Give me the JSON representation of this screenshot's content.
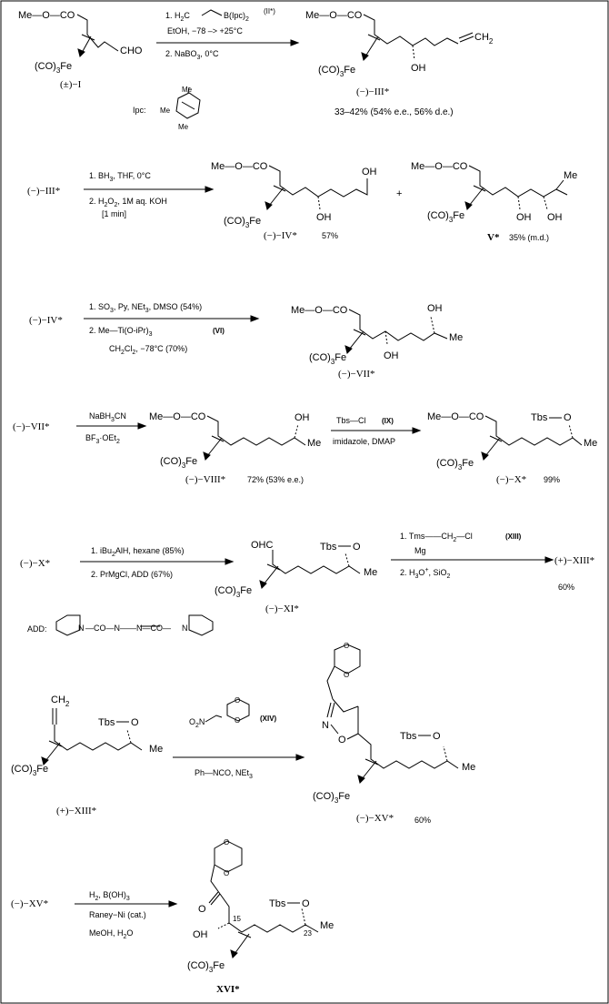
{
  "frame": "border",
  "groups": {
    "ester": "Me—O—CO",
    "fe": "(CO)",
    "fe_sub": "3",
    "fe_el": "Fe",
    "cho": "CHO",
    "oh": "OH",
    "me": "Me",
    "tbs": "Tbs",
    "o": "O",
    "ch2": "CH",
    "ch2_sub": "2",
    "ohc": "OHC",
    "plus": "+",
    "ipc_label": "Ipc:",
    "n": "N",
    "o_ring": "O",
    "o_keto": "O"
  },
  "step1": {
    "reactant": "(±)−I",
    "r1a": "1.  H",
    "r1a_sub": "2",
    "r1a_c": "C",
    "r1a_b": "B(Ipc)",
    "r1a_b_sub": "2",
    "r1a_tag": "(II*)",
    "r1b": "EtOH,  −78 –> +25°C",
    "r1c": "2. NaBO",
    "r1c_sub": "3",
    "r1c_t": ",  0°C",
    "product": "(−)−III*",
    "yield": "33–42% (54% e.e., 56% d.e.)"
  },
  "step2": {
    "reactant": "(−)−III*",
    "r1": "1. BH",
    "r1_sub": "3",
    "r1_t": ",  THF,  0°C",
    "r2": "2. H",
    "r2_sub1": "2",
    "r2_o": "O",
    "r2_sub2": "2",
    "r2_t": ",  1M aq. KOH",
    "r3": "[1 min]",
    "product_a": "(−)−IV*",
    "yield_a": "57%",
    "product_b": "V*",
    "yield_b": "35% (m.d.)"
  },
  "step3": {
    "reactant": "(−)−IV*",
    "r1": "1. SO",
    "r1_sub": "3",
    "r1_t": ",  Py,  NEt",
    "r1_sub2": "3",
    "r1_t2": ", DMSO  (54%)",
    "r2": "2.  Me—Ti(O-iPr)",
    "r2_sub": "3",
    "r2_tag": "(VI)",
    "r3": "CH",
    "r3_sub1": "2",
    "r3_cl": "Cl",
    "r3_sub2": "2",
    "r3_t": ",   −78°C  (70%)",
    "product": "(−)−VII*"
  },
  "step4": {
    "reactant": "(−)−VII*",
    "r1": "NaBH",
    "r1_sub": "3",
    "r1_t": "CN",
    "r2": "BF",
    "r2_sub": "3",
    "r2_t": "·OEt",
    "r2_sub2": "2",
    "product": "(−)−VIII*",
    "yield": "72% (53% e.e.)",
    "s2_r1": "Tbs—Cl",
    "s2_tag": "(IX)",
    "s2_r2": "imidazole, DMAP",
    "product2": "(−)−X*",
    "yield2": "99%"
  },
  "step5": {
    "reactant": "(−)−X*",
    "r1": "1. iBu",
    "r1_sub": "2",
    "r1_t": "AlH,  hexane   (85%)",
    "r2": "2.  PrMgCl,  ADD   (67%)",
    "product": "(−)−XI*",
    "s2_r1": "1.  Tms——CH",
    "s2_r1_sub": "2",
    "s2_r1_t": "—Cl",
    "s2_tag": "(XIII)",
    "s2_r2": "Mg",
    "s2_r3": "2. H",
    "s2_r3_sub": "3",
    "s2_r3_t": "O",
    "s2_r3_sup": "+",
    "s2_r3_t2": ",  SiO",
    "s2_r3_sub2": "2",
    "product2": "(+)−XIII*",
    "yield2": "60%",
    "add_label": "ADD:",
    "add_mid": "—CO—N——N—CO—"
  },
  "step6": {
    "reactant": "(+)−XIII*",
    "r1": "O",
    "r1_sub": "2",
    "r1_n": "N",
    "r1_tag": "(XIV)",
    "r2": "Ph—NCO,  NEt",
    "r2_sub": "3",
    "product": "(−)−XV*",
    "yield": "60%"
  },
  "step7": {
    "reactant": "(−)−XV*",
    "r1": "H",
    "r1_sub": "2",
    "r1_t": ",  B(OH)",
    "r1_sub2": "3",
    "r2": "Raney−Ni (cat.)",
    "r3": "MeOH,  H",
    "r3_sub": "2",
    "r3_t": "O",
    "product": "XVI*",
    "c15": "15",
    "c23": "23"
  }
}
